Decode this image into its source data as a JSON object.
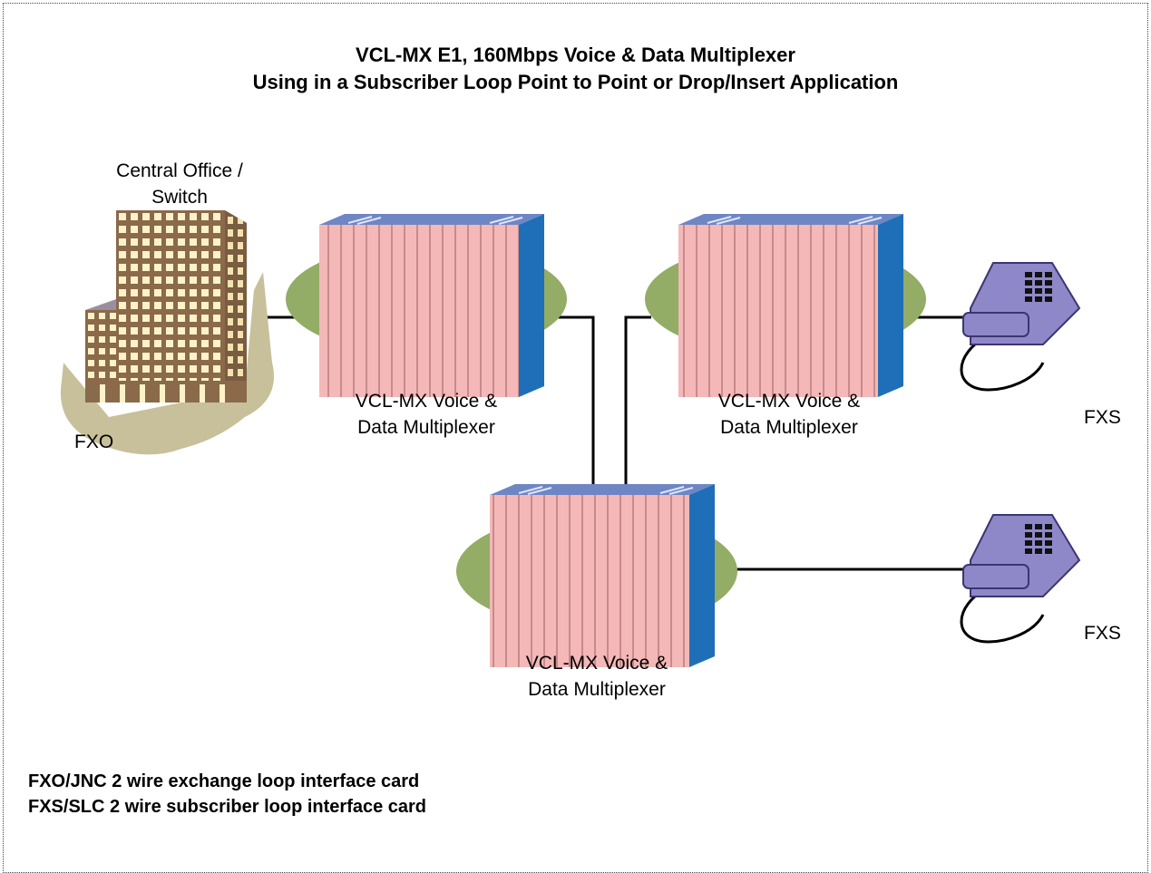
{
  "title": {
    "line1": "VCL-MX  E1, 160Mbps Voice & Data Multiplexer",
    "line2": "Using in a Subscriber Loop Point to Point or Drop/Insert  Application"
  },
  "central_office": {
    "line1": "Central Office /",
    "line2": "Switch",
    "port_label": "FXO"
  },
  "multiplexers": [
    {
      "line1": "VCL-MX Voice &",
      "line2": "Data Multiplexer"
    },
    {
      "line1": "VCL-MX Voice &",
      "line2": "Data Multiplexer"
    },
    {
      "line1": "VCL-MX Voice &",
      "line2": "Data Multiplexer"
    }
  ],
  "phones": [
    {
      "label": "FXS"
    },
    {
      "label": "FXS"
    }
  ],
  "notes": [
    "FXO/JNC 2 wire exchange loop interface card",
    "FXS/SLC 2 wire subscriber loop interface card"
  ],
  "colors": {
    "building_wall": "#fdf2c8",
    "building_frame": "#8a6a4a",
    "building_shadow": "#c7c09a",
    "mux_front": "#f4b8b8",
    "mux_top": "#6e86c4",
    "mux_side": "#1f6fb8",
    "mux_base": "#93ac66",
    "phone": "#8f88c8",
    "wire": "#000000"
  }
}
